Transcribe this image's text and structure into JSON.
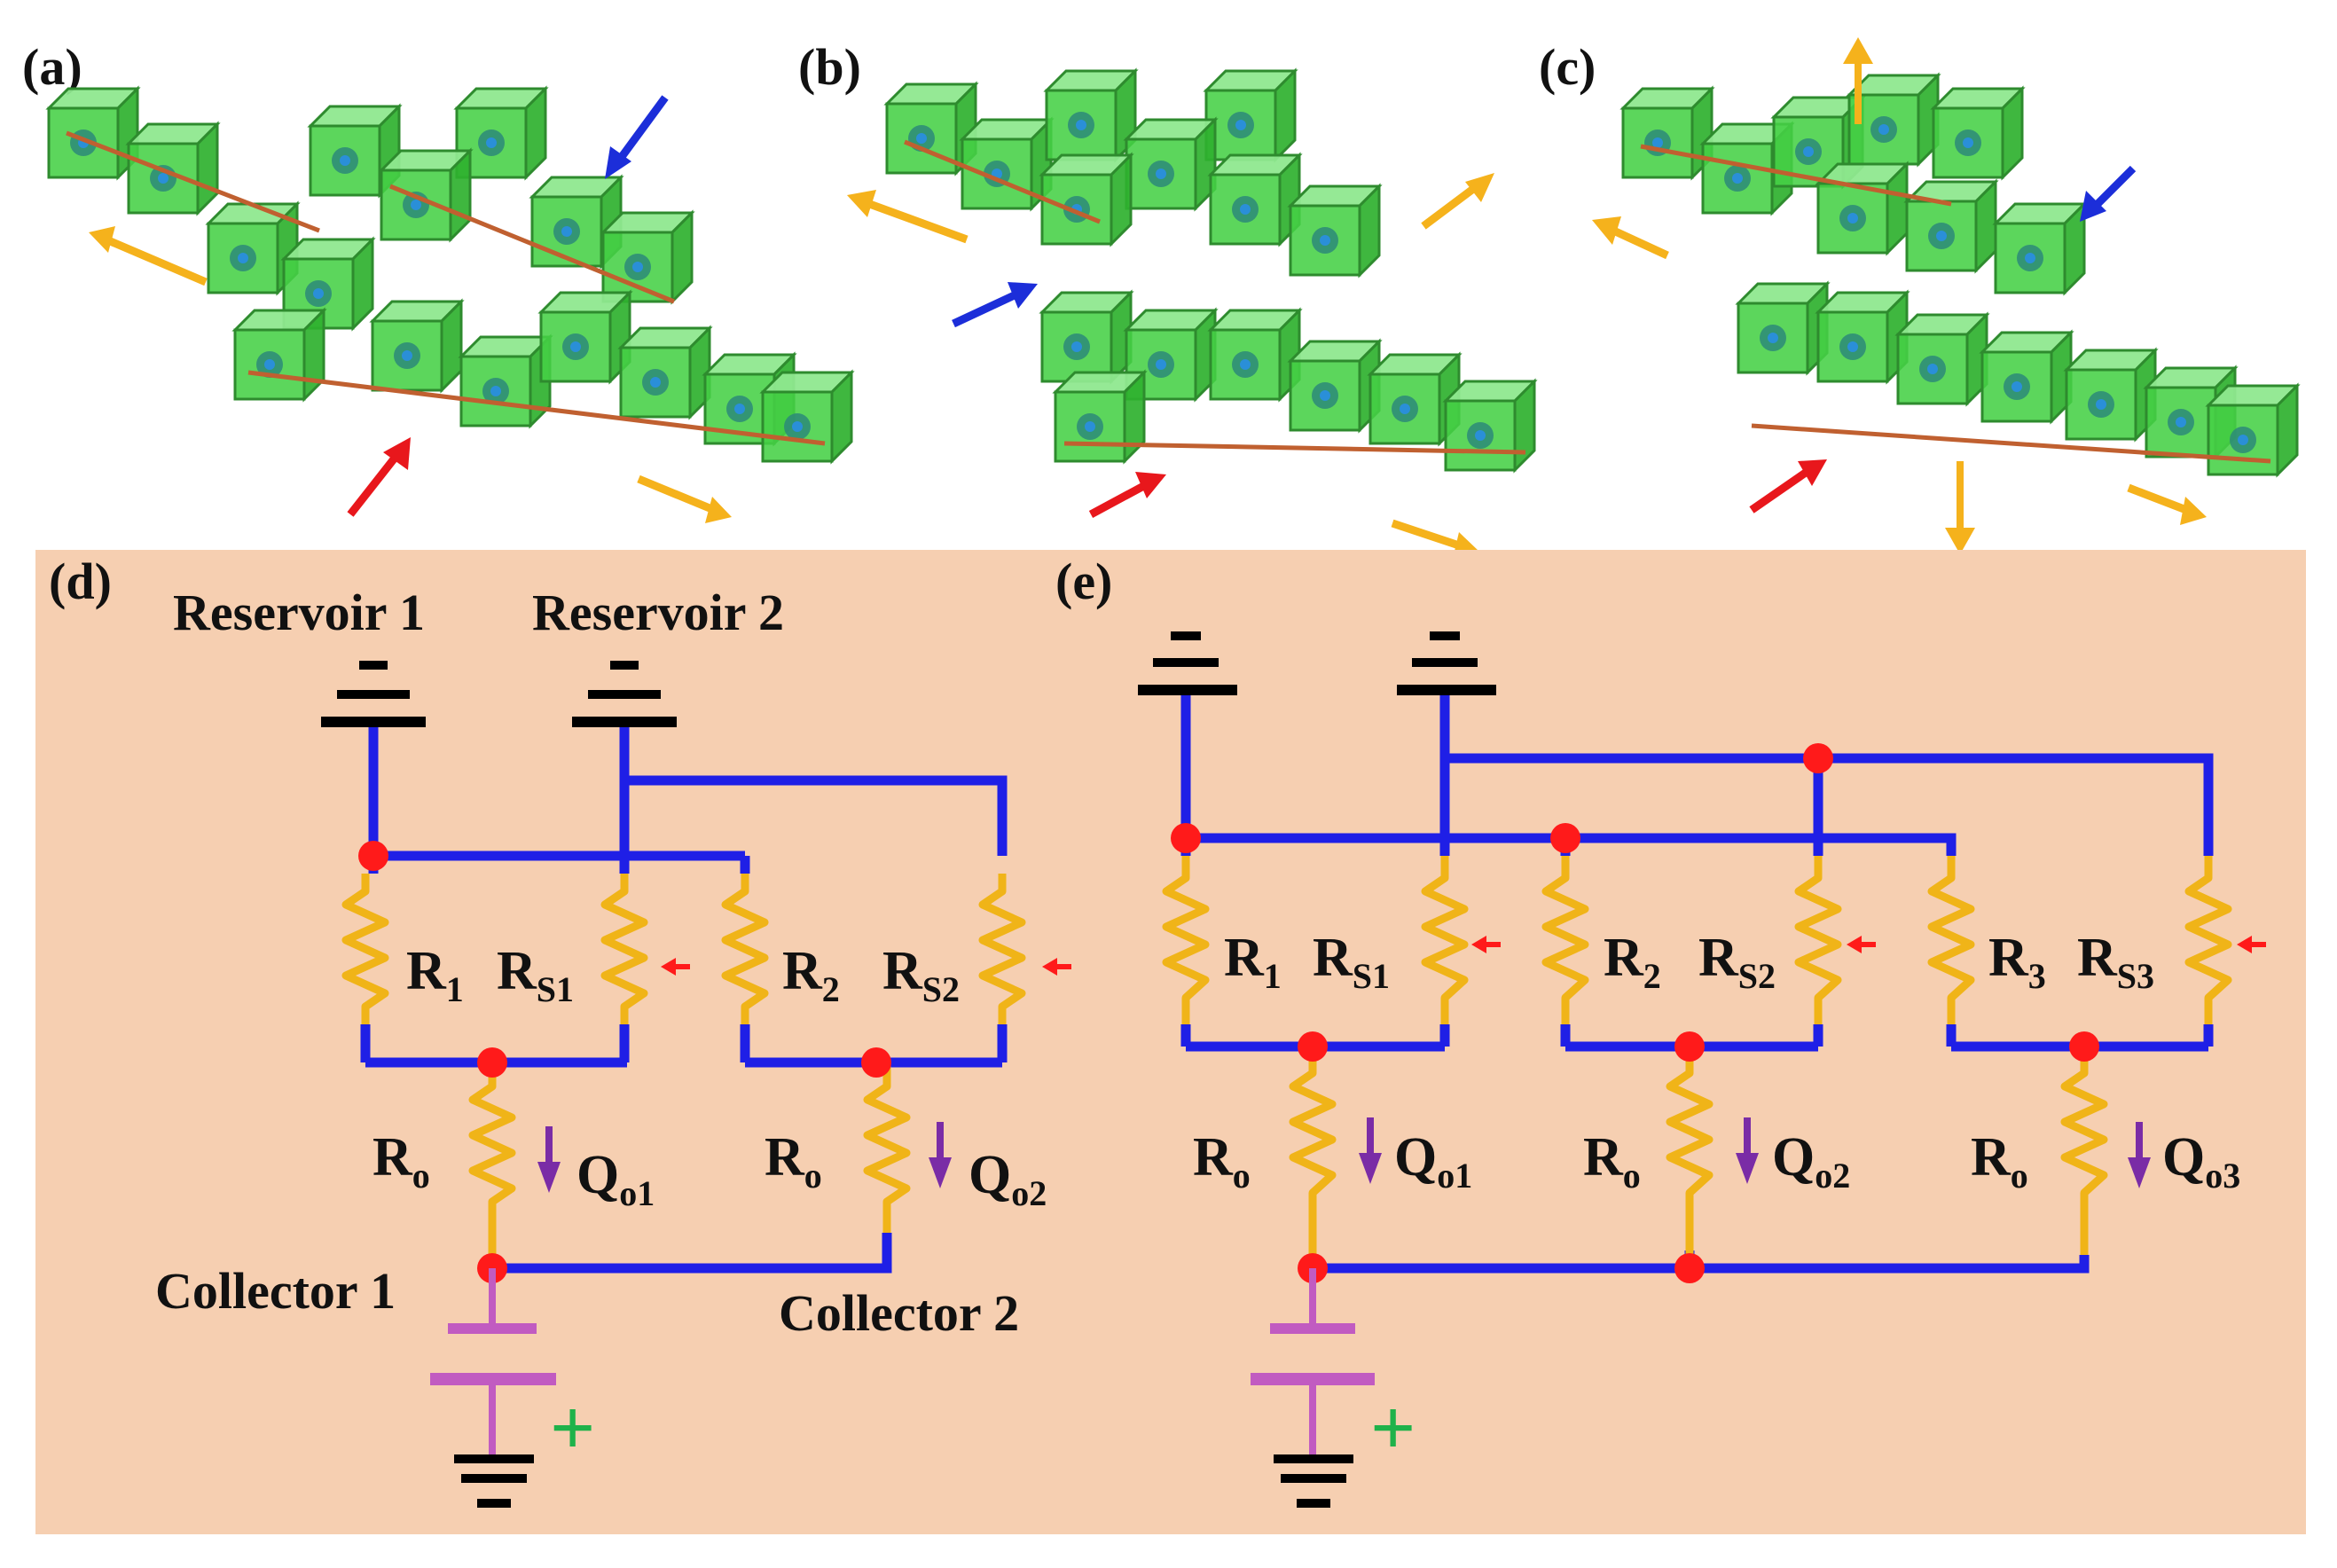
{
  "panels": {
    "a": {
      "label": "(a)"
    },
    "b": {
      "label": "(b)"
    },
    "c": {
      "label": "(c)"
    },
    "d": {
      "label": "(d)",
      "reservoir1": "Reservoir 1",
      "reservoir2": "Reservoir 2",
      "collector1": "Collector 1",
      "collector2": "Collector 2",
      "r1": {
        "main": "R",
        "sub": "1"
      },
      "rs1": {
        "main": "R",
        "sub": "S1"
      },
      "r2": {
        "main": "R",
        "sub": "2"
      },
      "rs2": {
        "main": "R",
        "sub": "S2"
      },
      "ro_a": {
        "main": "R",
        "sub": "o"
      },
      "ro_b": {
        "main": "R",
        "sub": "o"
      },
      "qo1": {
        "main": "Q",
        "sub": "o1"
      },
      "qo2": {
        "main": "Q",
        "sub": "o2"
      },
      "plus": "+"
    },
    "e": {
      "label": "(e)",
      "r1": {
        "main": "R",
        "sub": "1"
      },
      "rs1": {
        "main": "R",
        "sub": "S1"
      },
      "r2": {
        "main": "R",
        "sub": "2"
      },
      "rs2": {
        "main": "R",
        "sub": "S2"
      },
      "r3": {
        "main": "R",
        "sub": "3"
      },
      "rs3": {
        "main": "R",
        "sub": "S3"
      },
      "ro_a": {
        "main": "R",
        "sub": "o"
      },
      "ro_b": {
        "main": "R",
        "sub": "o"
      },
      "ro_c": {
        "main": "R",
        "sub": "o"
      },
      "qo1": {
        "main": "Q",
        "sub": "o1"
      },
      "qo2": {
        "main": "Q",
        "sub": "o2"
      },
      "qo3": {
        "main": "Q",
        "sub": "o3"
      },
      "plus": "+"
    }
  },
  "colors": {
    "background_panel": "#f6cfb1",
    "wire": "#1f1fe6",
    "resistor": "#f0b418",
    "junction": "#ff1a1a",
    "flow_arrow": "#7a2ca6",
    "small_arrow": "#ff1a1a",
    "battery": "#c15bc1",
    "plus": "#1fb24a",
    "cube": "#33cc33",
    "arrow_orange": "#f5b21c",
    "arrow_blue": "#1c2ed9",
    "arrow_red": "#e8171c"
  }
}
